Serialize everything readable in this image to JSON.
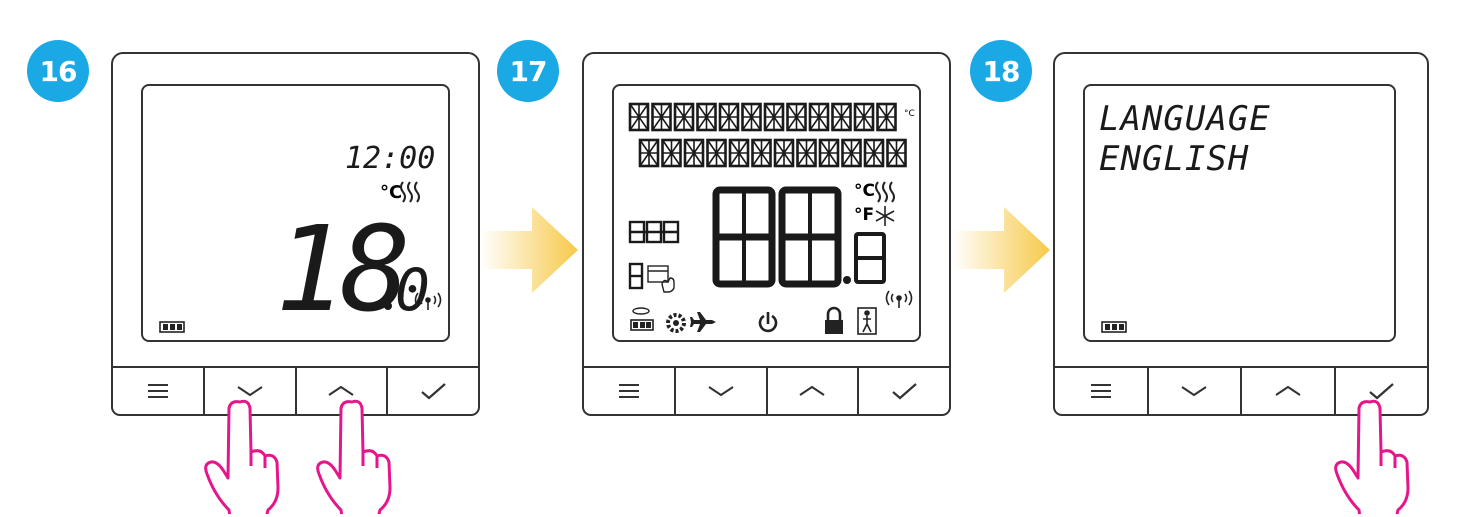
{
  "steps": [
    {
      "number": "16",
      "screen": {
        "time": "12:00",
        "temperature_int": "18",
        "temperature_dec": "0",
        "unit": "°C"
      }
    },
    {
      "number": "17",
      "screen": {
        "unit_c": "°C",
        "unit_f": "°F"
      }
    },
    {
      "number": "18",
      "screen": {
        "line1": "LANGUAGE",
        "line2": "ENGLISH"
      }
    }
  ],
  "buttons": [
    "menu-icon",
    "chevron-down-icon",
    "chevron-up-icon",
    "check-icon"
  ],
  "colors": {
    "badge": "#1ba9e6",
    "hand": "#e5168c",
    "arrow": "#f7c948",
    "outline": "#333333"
  }
}
